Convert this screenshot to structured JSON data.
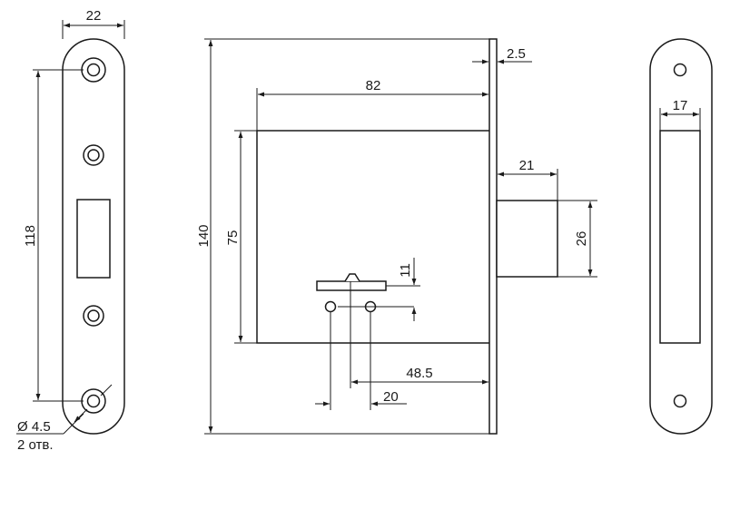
{
  "dimensions": {
    "strike_width": "22",
    "strike_hole_spacing": "118",
    "hole_note_diameter": "Ø 4.5",
    "hole_note_count": "2 отв.",
    "total_height": "140",
    "body_width": "82",
    "faceplate_thickness": "2.5",
    "body_height": "75",
    "bolt_projection": "21",
    "bolt_height": "26",
    "key_offset": "11",
    "backset": "48.5",
    "spindle_spacing": "20",
    "faceplate_slot_width": "17"
  }
}
